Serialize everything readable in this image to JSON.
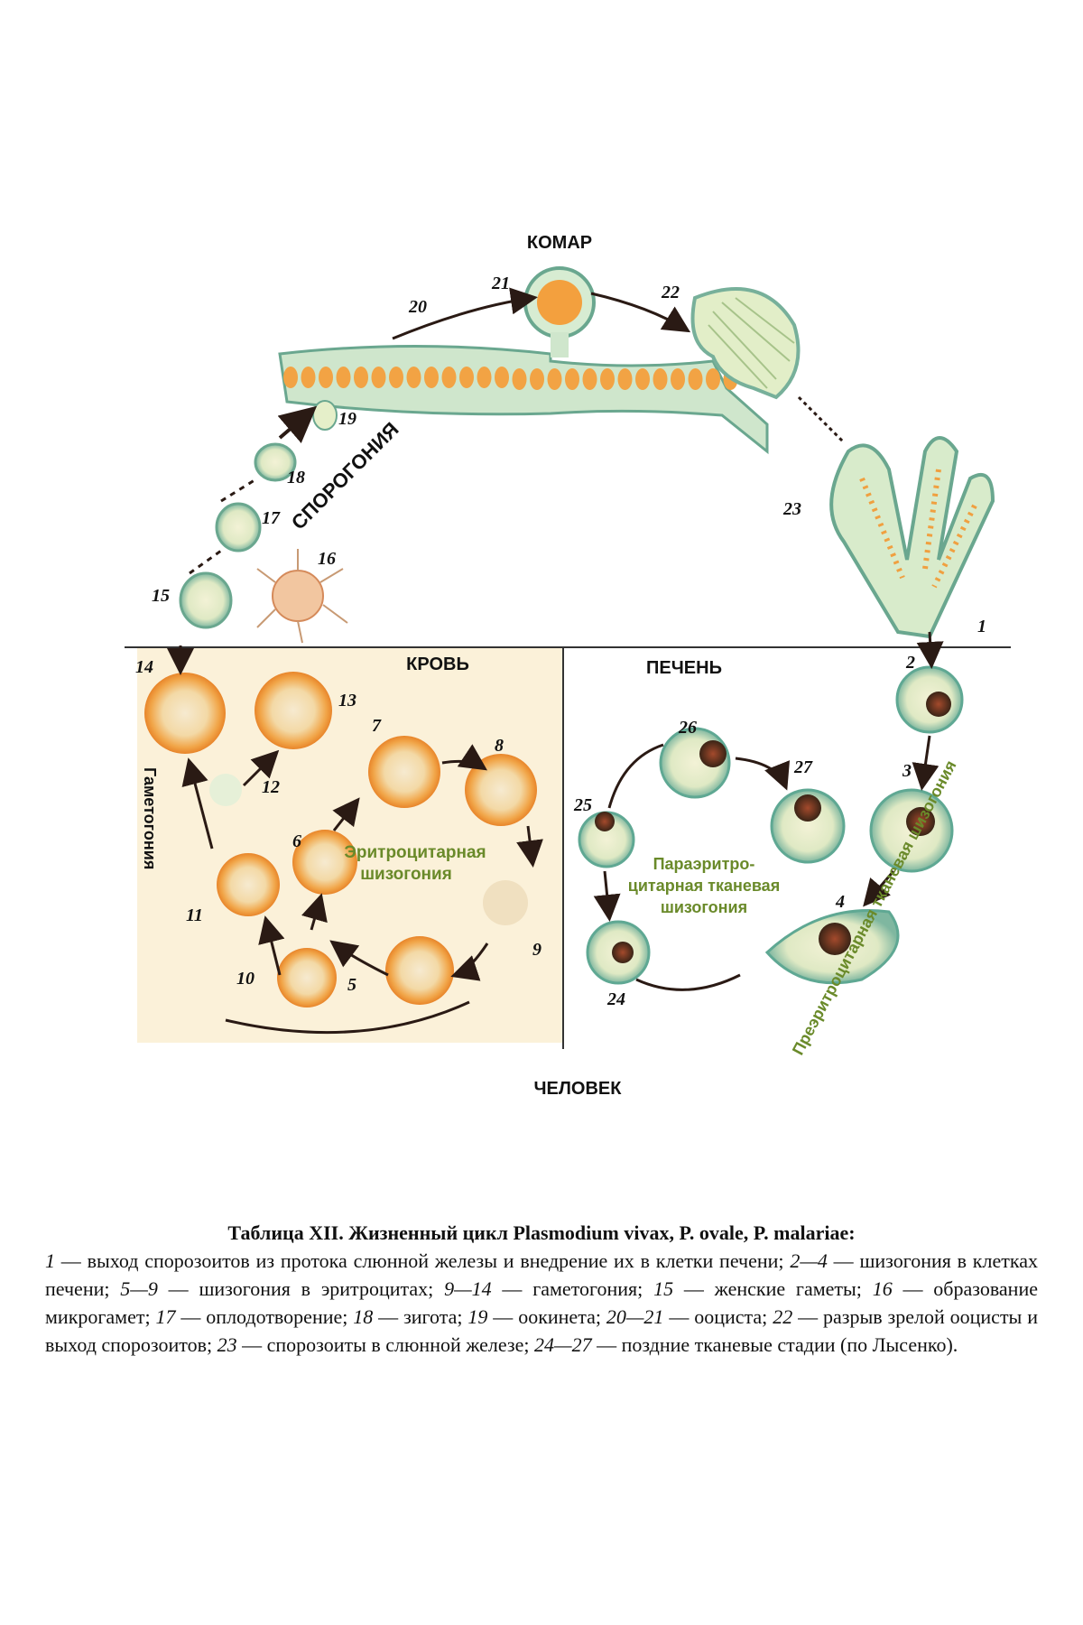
{
  "regions": {
    "mosquito": "КОМАР",
    "blood": "КРОВЬ",
    "liver": "ПЕЧЕНЬ",
    "human": "ЧЕЛОВЕК"
  },
  "phases": {
    "sporogony": "СПОРОГОНИЯ",
    "gametogony": "Гаметогония",
    "erythrocytic_1": "Эритроцитарная",
    "erythrocytic_2": "шизогония",
    "para_1": "Параэритро-",
    "para_2": "цитарная тканевая",
    "para_3": "шизогония",
    "pre": "Преэритроцитарная тканевая шизогония"
  },
  "stages": [
    "1",
    "2",
    "3",
    "4",
    "5",
    "6",
    "7",
    "8",
    "9",
    "10",
    "11",
    "12",
    "13",
    "14",
    "15",
    "16",
    "17",
    "18",
    "19",
    "20",
    "21",
    "22",
    "23",
    "24",
    "25",
    "26",
    "27"
  ],
  "caption": {
    "title": "Таблица XII. Жизненный цикл Plasmodium vivax, P. ovale, P. malariae:",
    "items": [
      {
        "n": "1",
        "t": " — выход спорозоитов из протока слюнной железы и внедрение их в клетки печени; "
      },
      {
        "n": "2—4",
        "t": " — шизогония в клетках печени; "
      },
      {
        "n": "5—9",
        "t": " — шизогония в эритроцитах; "
      },
      {
        "n": "9—14",
        "t": " — гаметогония; "
      },
      {
        "n": "15",
        "t": " — женские гаметы; "
      },
      {
        "n": "16",
        "t": " — образование микрогамет; "
      },
      {
        "n": "17",
        "t": " — оплодотворение; "
      },
      {
        "n": "18",
        "t": " — зигота; "
      },
      {
        "n": "19",
        "t": " — оокинета; "
      },
      {
        "n": "20—21",
        "t": " — ооциста; "
      },
      {
        "n": "22",
        "t": " — разрыв зрелой ооцисты и выход спорозоитов; "
      },
      {
        "n": "23",
        "t": " — спорозоиты в слюнной железе; "
      },
      {
        "n": "24—27",
        "t": " — поздние тканевые стадии (по Лысенко)."
      }
    ]
  }
}
